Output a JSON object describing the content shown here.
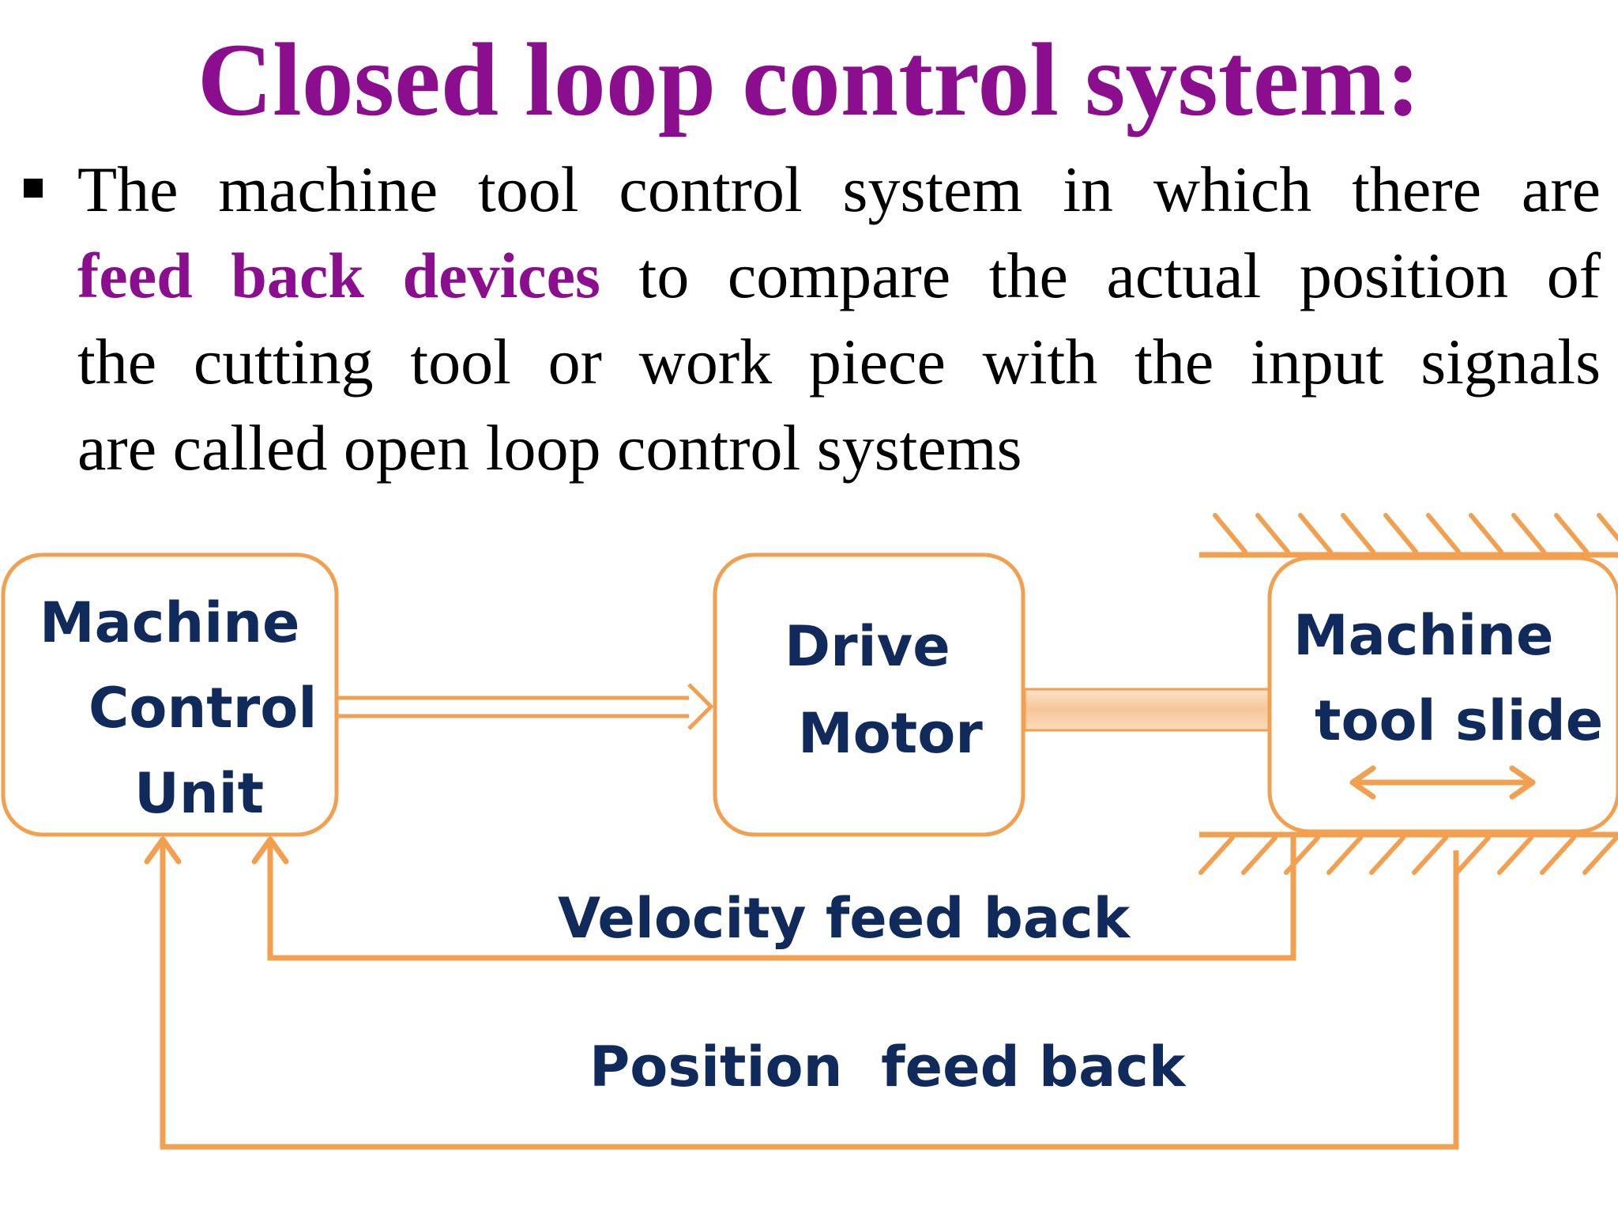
{
  "slide": {
    "title": "Closed loop control system:",
    "bullet": {
      "line1": "The machine tool control system in which there are",
      "highlight": "feed back devices",
      "line2_rest": "to compare the actual position of",
      "line3": "the cutting tool or work piece with the input signals",
      "line4": "are called open loop control systems"
    }
  },
  "diagram": {
    "blocks": {
      "mcu": [
        "Machine",
        "Control",
        "Unit"
      ],
      "drive": [
        "Drive",
        "Motor"
      ],
      "slide": [
        "Machine",
        "tool slide"
      ]
    },
    "feedback": {
      "velocity": "Velocity feed back",
      "position": "Position  feed back"
    },
    "colors": {
      "line": "#f2a04f",
      "text": "#102a5c",
      "title": "#8b0e8e",
      "shaft": "#f8cfa6"
    }
  }
}
